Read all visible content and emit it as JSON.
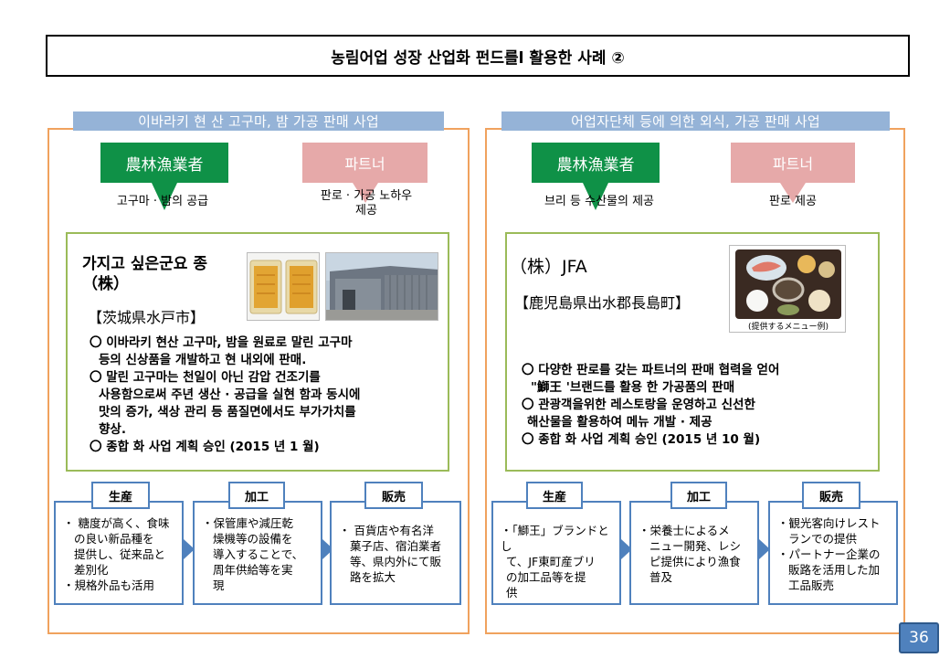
{
  "title": "농림어업 성장 산업화 펀드를l 활용한 사례 ②",
  "page_number": "36",
  "left": {
    "header": "이바라키 현 산 고구마, 밤 가공 판매 사업",
    "farmer_label": "農林漁業者",
    "partner_label": "파트너",
    "farmer_supply": "고구마 · 밤의 공급",
    "partner_supply_1": "판로 · 가공 노하우",
    "partner_supply_2": "제공",
    "company_name_1": "가지고 싶은군요 종",
    "company_name_2": "（株）",
    "company_location": "【茨城県水戸市】",
    "bullets": [
      "〇 이바라키 현산 고구마, 밤을 원료로 말린 고구마",
      "  등의 신상품을 개발하고 현 내외에 판매.",
      "〇 말린 고구마는 천일이 아닌 감압 건조기를",
      "  사용함으로써 주년 생산 · 공급을 실현 함과 동시에",
      "  맛의 증가, 색상 관리 등 품질면에서도 부가가치를",
      "  향상.",
      "〇 종합 화 사업 계획 승인 (2015 년 1 월)"
    ],
    "steps": [
      {
        "tag": "生産",
        "lines": [
          "・ 糖度が高く、食味",
          "の良い新品種を",
          "提供し、従来品と",
          "差別化",
          "・規格外品も活用"
        ]
      },
      {
        "tag": "加工",
        "lines": [
          "・保管庫や減圧乾",
          "燥機等の設備を",
          "導入することで、",
          "周年供給等を実",
          "現"
        ]
      },
      {
        "tag": "販売",
        "lines": [
          "・ 百貨店や有名洋",
          "菓子店、宿泊業者",
          "等、県内外にて販",
          "路を拡大"
        ]
      }
    ]
  },
  "right": {
    "header": "어업자단체 등에 의한 외식, 가공 판매 사업",
    "farmer_label": "農林漁業者",
    "partner_label": "파트너",
    "farmer_supply": "브리 등 수산물의 제공",
    "partner_supply_1": "판로 제공",
    "company_name_1": "（株）JFA",
    "company_location": "【鹿児島県出水郡長島町】",
    "photo_caption": "(提供するメニュー例)",
    "bullets": [
      "〇 다양한 판로를 갖는 파트너의 판매 협력을 얻어",
      "  \"鰤王 '브랜드를 활용 한 가공품의 판매",
      "〇 관광객을위한 레스토랑을 운영하고 신선한",
      "  해산물을 활용하여 메뉴 개발 · 제공",
      "〇 종합 화 사업 계획 승인 (2015 년 10 월)"
    ],
    "steps": [
      {
        "tag": "生産",
        "lines": [
          "・「鰤王」ブランドとし",
          "て、JF東町産ブリ",
          "の加工品等を提",
          "供"
        ]
      },
      {
        "tag": "加工",
        "lines": [
          "・栄養士によるメ",
          "ニュー開発、レシ",
          "ピ提供により漁食",
          "普及"
        ]
      },
      {
        "tag": "販売",
        "lines": [
          "・観光客向けレスト",
          "ランでの提供",
          "・パートナー企業の",
          "販路を活用した加",
          "工品販売"
        ]
      }
    ]
  },
  "colors": {
    "green": "#0f9147",
    "pink": "#e6a9a9",
    "orange_border": "#f0a25e",
    "olive_border": "#9bbb59",
    "blue": "#4f81bd",
    "header_blue": "#95b3d7"
  }
}
